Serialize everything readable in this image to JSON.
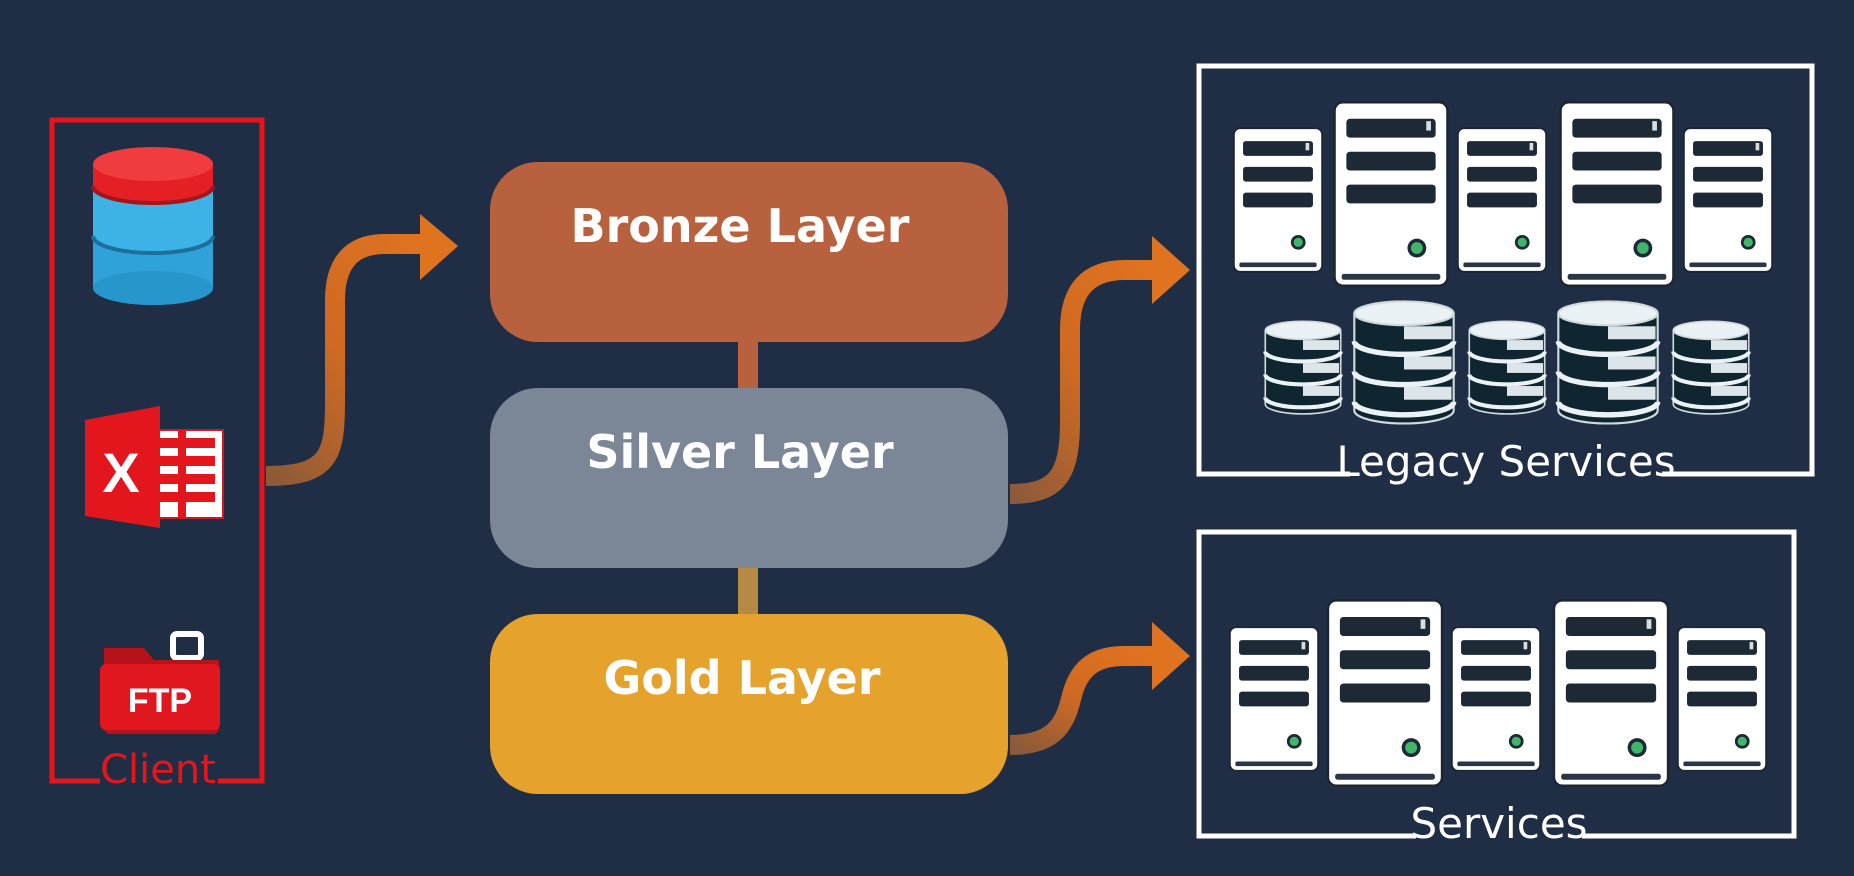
{
  "client": {
    "label": "Client",
    "color": "#e8141c",
    "icons": [
      "database-icon",
      "excel-icon",
      "ftp-folder-icon"
    ],
    "excel_glyph": "X",
    "ftp_glyph": "FTP"
  },
  "layers": {
    "bronze": {
      "label": "Bronze Layer",
      "color": "#b8613f"
    },
    "silver": {
      "label": "Silver Layer",
      "color": "#7b8696"
    },
    "gold": {
      "label": "Gold Layer",
      "color": "#e5a22d"
    }
  },
  "targets": {
    "legacy": {
      "label": "Legacy Services",
      "icons": [
        "server-icon",
        "database-stack-icon"
      ]
    },
    "services": {
      "label": "Services",
      "icons": [
        "server-icon"
      ]
    }
  },
  "arrow_color": "#d36d26",
  "connector_color": "#b8613f"
}
